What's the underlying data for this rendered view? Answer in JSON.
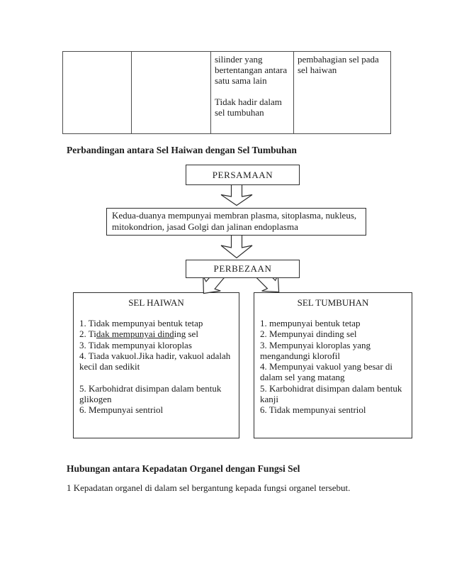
{
  "palette": {
    "ink": "#1c1c1c",
    "table_border": "#4d4d4d",
    "shape_border": "#2e2e2e",
    "page_bg": "#ffffff"
  },
  "table": {
    "cells": [
      "",
      "",
      "silinder yang\nbertentangan antara\nsatu sama lain\n\nTidak hadir dalam\nsel tumbuhan",
      "pembahagian sel pada\nsel haiwan"
    ]
  },
  "headings": {
    "comparison": "Perbandingan antara Sel Haiwan dengan Sel Tumbuhan",
    "relationship": "Hubungan antara Kepadatan Organel dengan Fungsi Sel"
  },
  "paragraph": "1 Kepadatan organel di dalam sel bergantung kepada fungsi organel tersebut.",
  "diagram": {
    "persamaan_label": "PERSAMAAN",
    "persamaan_desc": "Kedua-duanya mempunyai membran plasma, sitoplasma, nukleus,\nmitokondrion, jasad Golgi dan jalinan endoplasma",
    "perbezaan_label": "PERBEZAAN",
    "sel_haiwan": {
      "title": "SEL HAIWAN",
      "line1": "1. Tidak mempunyai bentuk tetap",
      "line2_pre": "2. Ti",
      "line2_underlined": "dak mempunyai dind",
      "line2_post": "ing sel",
      "lines_rest": "3. Tidak mempunyai kloroplas\n4. Tiada vakuol.Jika hadir, vakuol adalah\nkecil dan sedikit\n\n5. Karbohidrat disimpan dalam bentuk\nglikogen\n6. Mempunyai sentriol"
    },
    "sel_tumbuhan": {
      "title": "SEL TUMBUHAN",
      "lines": "1. mempunyai bentuk tetap\n2. Mempunyai dinding sel\n3. Mempunyai kloroplas yang\nmengandungi klorofil\n4. Mempunyai vakuol yang besar di\ndalam sel yang matang\n5. Karbohidrat disimpan dalam bentuk\nkanji\n6. Tidak mempunyai sentriol"
    }
  }
}
